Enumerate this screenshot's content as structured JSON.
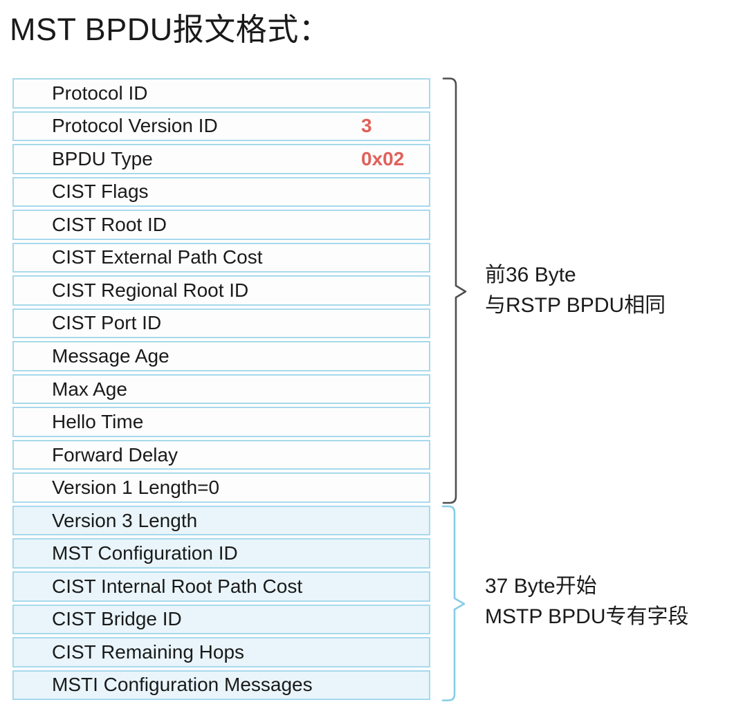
{
  "title": "MST BPDU报文格式：",
  "table": {
    "rows": [
      {
        "label": "Protocol ID",
        "value": "",
        "section": "rstp"
      },
      {
        "label": "Protocol Version ID",
        "value": "3",
        "section": "rstp"
      },
      {
        "label": "BPDU Type",
        "value": "0x02",
        "section": "rstp"
      },
      {
        "label": "CIST Flags",
        "value": "",
        "section": "rstp"
      },
      {
        "label": "CIST Root ID",
        "value": "",
        "section": "rstp"
      },
      {
        "label": "CIST External Path Cost",
        "value": "",
        "section": "rstp"
      },
      {
        "label": "CIST Regional Root ID",
        "value": "",
        "section": "rstp"
      },
      {
        "label": "CIST Port ID",
        "value": "",
        "section": "rstp"
      },
      {
        "label": "Message Age",
        "value": "",
        "section": "rstp"
      },
      {
        "label": "Max Age",
        "value": "",
        "section": "rstp"
      },
      {
        "label": "Hello Time",
        "value": "",
        "section": "rstp"
      },
      {
        "label": "Forward Delay",
        "value": "",
        "section": "rstp"
      },
      {
        "label": "Version 1 Length=0",
        "value": "",
        "section": "rstp"
      },
      {
        "label": "Version 3 Length",
        "value": "",
        "section": "mstp"
      },
      {
        "label": "MST Configuration ID",
        "value": "",
        "section": "mstp"
      },
      {
        "label": "CIST Internal Root Path Cost",
        "value": "",
        "section": "mstp"
      },
      {
        "label": "CIST Bridge ID",
        "value": "",
        "section": "mstp"
      },
      {
        "label": "CIST Remaining Hops",
        "value": "",
        "section": "mstp"
      },
      {
        "label": "MSTI Configuration Messages",
        "value": "",
        "section": "mstp"
      }
    ]
  },
  "annotations": {
    "rstp": {
      "line1": "前36 Byte",
      "line2": "与RSTP BPDU相同"
    },
    "mstp": {
      "line1": "37 Byte开始",
      "line2": "MSTP BPDU专有字段"
    }
  },
  "colors": {
    "cell_border": "#a7d9ec",
    "rstp_cell_bg": "#fdfdfd",
    "mstp_cell_bg": "#e9f5fb",
    "value_red": "#e0615a",
    "rstp_bracket": "#4f4f4f",
    "mstp_bracket": "#85cce6",
    "text": "#1a1a1a"
  }
}
